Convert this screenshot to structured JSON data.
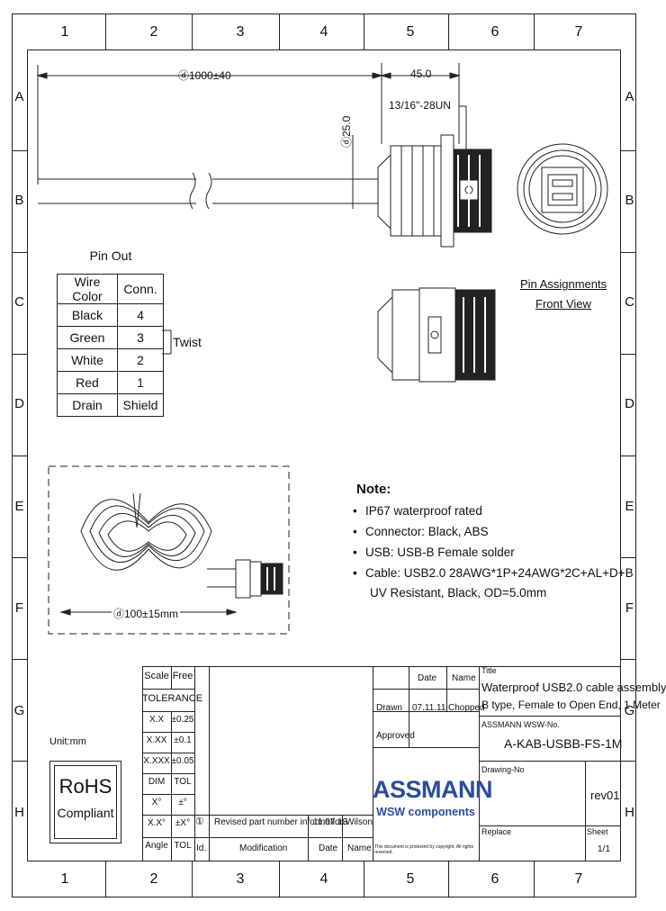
{
  "frame": {
    "columns": [
      "1",
      "2",
      "3",
      "4",
      "5",
      "6",
      "7"
    ],
    "rows": [
      "A",
      "B",
      "C",
      "D",
      "E",
      "F",
      "G",
      "H"
    ]
  },
  "drawing": {
    "dim_length": "ⓓ1000±40",
    "dim_connector": "45.0",
    "thread": "13/16\"-28UN",
    "dim_dia": "ⓓ25.0",
    "pin_assign": [
      "Pin Assignments",
      "Front View"
    ],
    "dim_strip": "ⓓ100±15mm"
  },
  "pinout": {
    "title": "Pin Out",
    "headers": [
      "Wire Color",
      "Conn."
    ],
    "rows": [
      [
        "Black",
        "4"
      ],
      [
        "Green",
        "3"
      ],
      [
        "White",
        "2"
      ],
      [
        "Red",
        "1"
      ],
      [
        "Drain",
        "Shield"
      ]
    ],
    "twist_label": "Twist"
  },
  "notes": {
    "heading": "Note:",
    "items": [
      "IP67 waterproof rated",
      "Connector: Black, ABS",
      "USB: USB-B Female solder",
      "Cable: USB2.0 28AWG*1P+24AWG*2C+AL+D+B"
    ],
    "continuation": "UV Resistant, Black, OD=5.0mm"
  },
  "unit": "Unit:mm",
  "rohs": {
    "line1": "RoHS",
    "line2": "Compliant"
  },
  "tolerance": {
    "scale_label": "Scale",
    "scale_value": "Free",
    "heading": "TOLERANCE",
    "rows": [
      [
        "X.X",
        "±0.25"
      ],
      [
        "X.XX",
        "±0.1"
      ],
      [
        "X.XXX",
        "±0.05"
      ],
      [
        "DIM",
        "TOL"
      ],
      [
        "X°",
        "±°"
      ],
      [
        "X.X°",
        "±X°"
      ],
      [
        "Angle",
        "TOL"
      ]
    ]
  },
  "revision": {
    "mark": "①",
    "text": "Revised part number information",
    "date": "11.07.13",
    "name": "Wilson",
    "footer": [
      "Id.",
      "Modification",
      "Date",
      "Name"
    ]
  },
  "signoff": {
    "date_h": "Date",
    "name_h": "Name",
    "drawn": "Drawn",
    "drawn_date": "07.11.11",
    "drawn_name": "Chopped",
    "approved": "Approved"
  },
  "title_block": {
    "title_label": "Title",
    "title_line1": "Waterproof USB2.0 cable assembly",
    "title_line2": "B type, Female to Open End, 1 Meter",
    "part_label": "ASSMANN WSW-No.",
    "part_no": "A-KAB-USBB-FS-1M",
    "drawing_label": "Drawing-No",
    "rev": "rev01",
    "replace_label": "Replace",
    "sheet_label": "Sheet",
    "sheet": "1/1",
    "logo": "ASSMANN",
    "logo_sub": "WSW components",
    "fine_print": "This document is protected by copyright. All rights reserved."
  },
  "colors": {
    "logo_blue": "#2a4c9c",
    "line": "#222222"
  }
}
